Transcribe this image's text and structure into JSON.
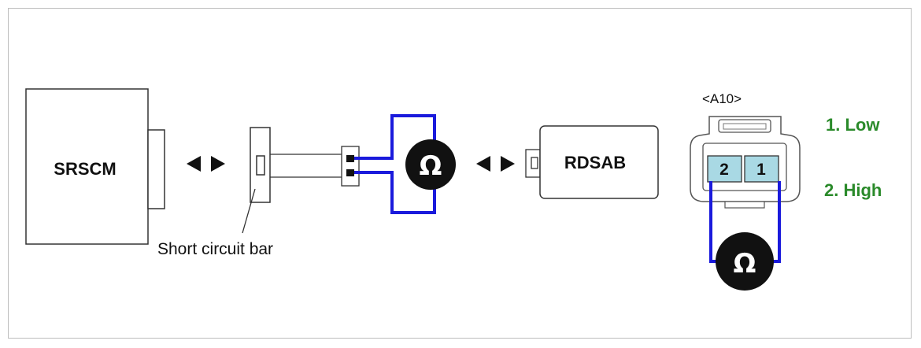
{
  "components": {
    "srscm": "SRSCM",
    "rdsab": "RDSAB",
    "short_bar_label": "Short circuit bar",
    "connector_id": "<A10>"
  },
  "pins": {
    "left": "2",
    "right": "1"
  },
  "legend": {
    "low": "1. Low",
    "high": "2. High"
  },
  "meter_symbol": "Ω",
  "colors": {
    "wire": "#1a1adc",
    "pin_fill": "#a9d9e4",
    "legend_text": "#2a8a2a",
    "meter_fill": "#111111"
  },
  "icons": [
    "ohmmeter-icon",
    "double-arrow-icon"
  ]
}
